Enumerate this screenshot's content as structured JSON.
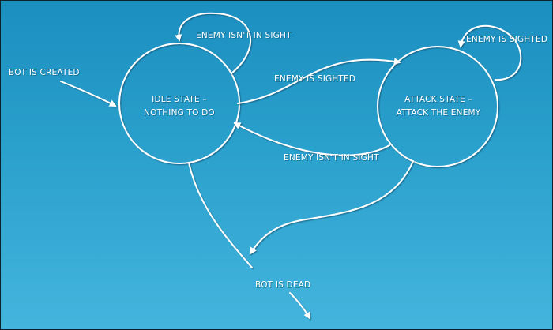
{
  "colors": {
    "background_top": "#1b8fc0",
    "background_bottom": "#44b5dd",
    "stroke": "#ffffff",
    "text": "#ffffff"
  },
  "states": {
    "idle": {
      "line1": "IDLE STATE –",
      "line2": "NOTHING TO DO"
    },
    "attack": {
      "line1": "ATTACK STATE –",
      "line2": "ATTACK THE ENEMY"
    }
  },
  "transitions": {
    "bot_created": "BOT IS CREATED",
    "idle_self": "ENEMY ISN'T IN SIGHT",
    "idle_to_attack": "ENEMY IS SIGHTED",
    "attack_self": "ENEMY IS SIGHTED",
    "attack_to_idle": "ENEMY ISN'T IN SIGHT",
    "bot_dead": "BOT IS DEAD"
  }
}
